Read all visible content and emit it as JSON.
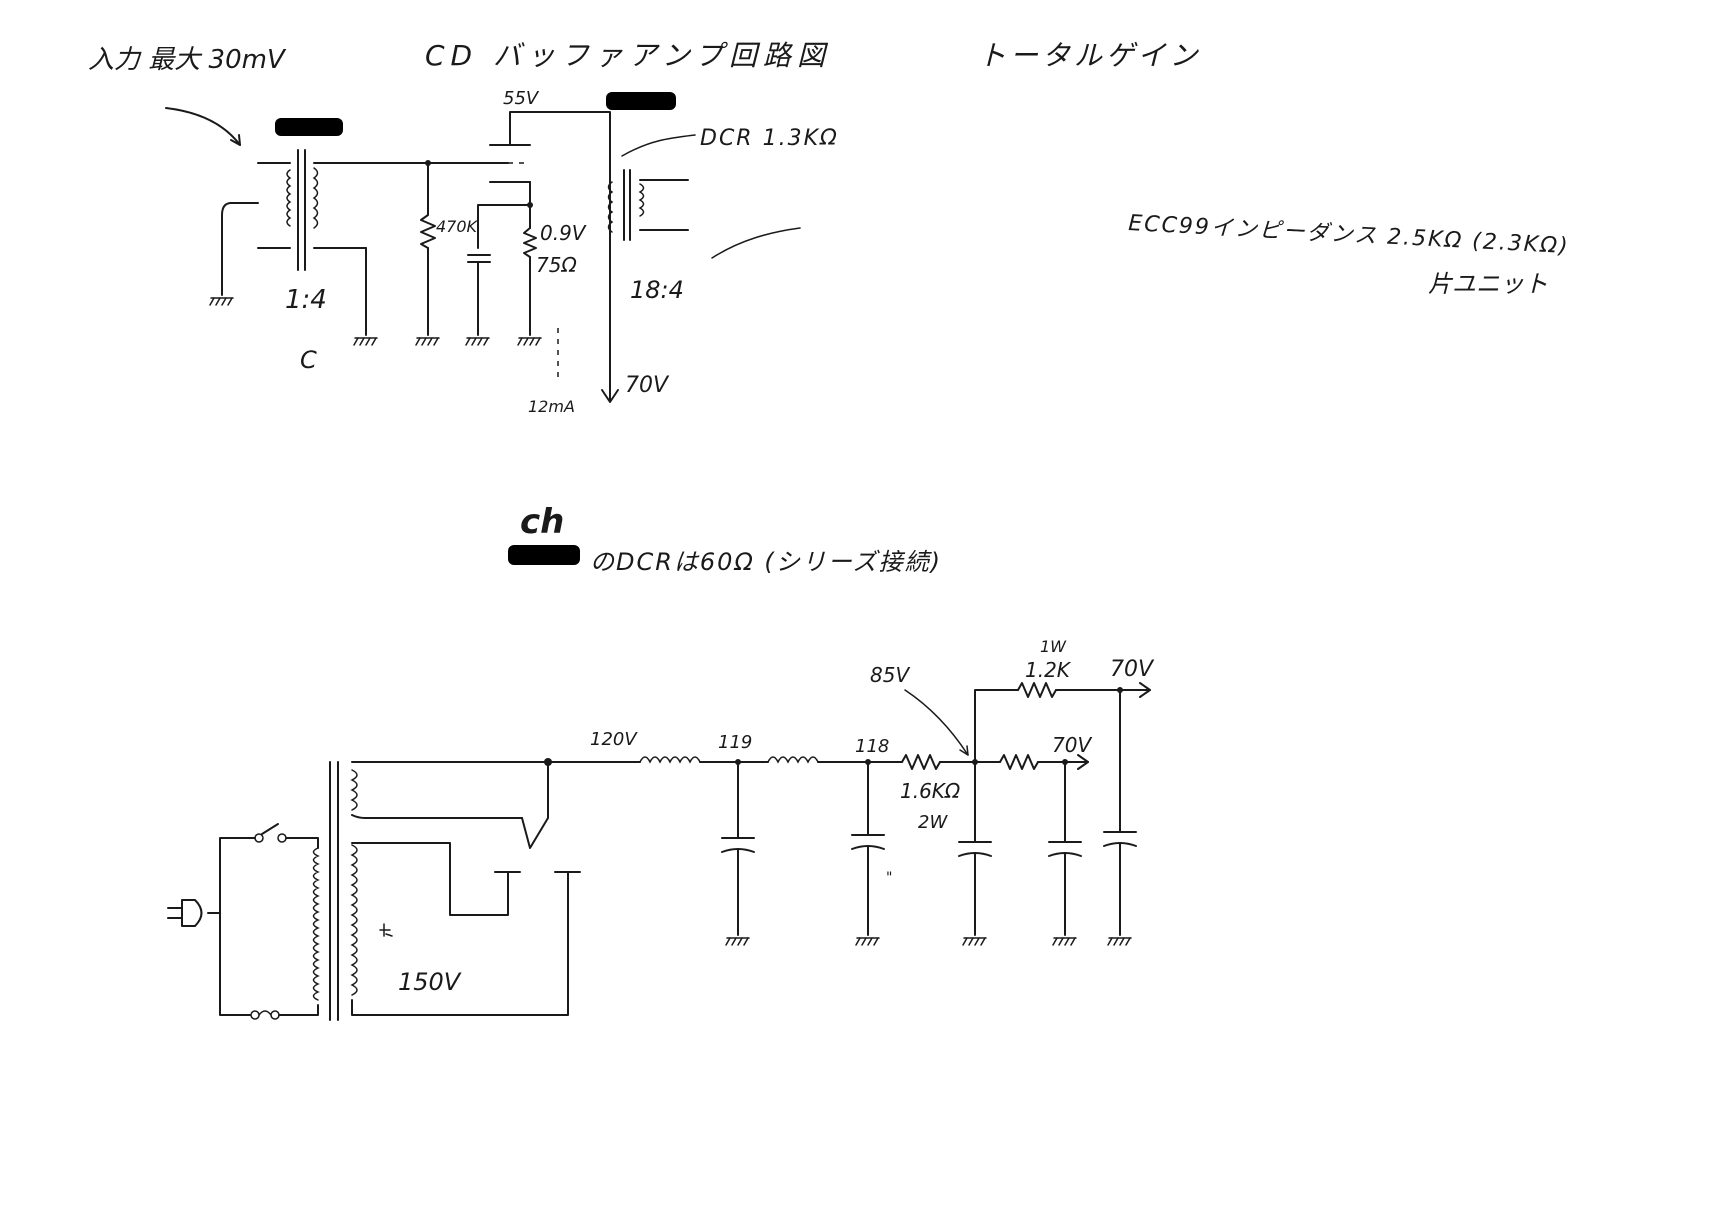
{
  "notes": {
    "input_max": "入力 最大 30mV",
    "title": "CD バッファアンプ回路図",
    "total_gain": "トータルゲイン",
    "impedance": "ECC99インピーダンス 2.5KΩ (2.3KΩ)",
    "unit": "片ユニット",
    "ch_label": "ch",
    "ch_note": "のDCRは60Ω (シリーズ接続)"
  },
  "buffer_stage": {
    "plate_voltage": "55V",
    "dcr": "DCR 1.3KΩ",
    "input_ratio": "1:4",
    "output_ratio": "18:4",
    "grid_resistor": "470K",
    "cathode_voltage": "0.9V",
    "cathode_resistor": "75Ω",
    "cathode_current": "12mA",
    "supply": "70V",
    "cap_label": "C"
  },
  "power_supply": {
    "secondary_voltage": "150V",
    "v1": "120V",
    "v2": "119",
    "v3": "118",
    "r1_value": "1.6KΩ",
    "r1_power": "2W",
    "node": "85V",
    "r2_power": "1W",
    "r2_value": "1.2K",
    "out1": "70V",
    "out2": "70V",
    "cap_mark": "\""
  }
}
